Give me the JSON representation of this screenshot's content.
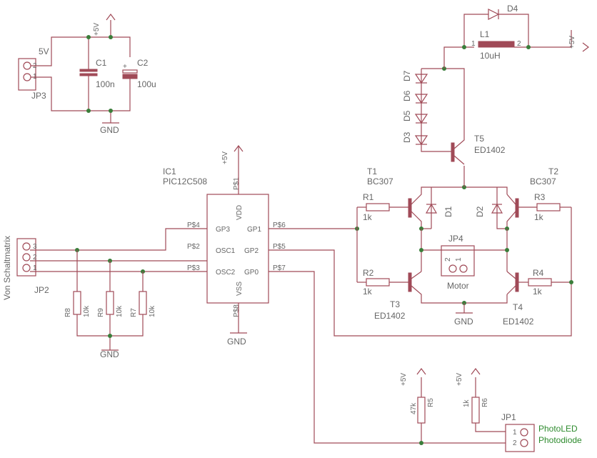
{
  "labels": {
    "vcc": "+5V",
    "gnd": "GND",
    "jp3": "JP3",
    "jp3_label": "5V",
    "pin1": "1",
    "pin2": "2",
    "pin3": "3",
    "c1": "C1",
    "c1_val": "100n",
    "c2": "C2",
    "c2_val": "100u",
    "ic1": "IC1",
    "ic1_part": "PIC12C508",
    "vdd": "VDD",
    "vss": "VSS",
    "gp3": "GP3",
    "gp1": "GP1",
    "osc1": "OSC1",
    "gp2": "GP2",
    "osc2": "OSC2",
    "gp0": "GP0",
    "ps1": "P$1",
    "ps2": "P$2",
    "ps3": "P$3",
    "ps4": "P$4",
    "ps5": "P$5",
    "ps6": "P$6",
    "ps7": "P$7",
    "ps8": "P$8",
    "jp2": "JP2",
    "von": "Von Schaltmatrix",
    "r8": "R8",
    "r9": "R9",
    "r7": "R7",
    "k10": "10k",
    "r1": "R1",
    "r2": "R2",
    "r3": "R3",
    "r4": "R4",
    "k1": "1k",
    "t1": "T1",
    "t2": "T2",
    "t3": "T3",
    "t4": "T4",
    "t5": "T5",
    "bc307": "BC307",
    "ed1402": "ED1402",
    "d1": "D1",
    "d2": "D2",
    "d3": "D3",
    "d4": "D4",
    "d5": "D5",
    "d6": "D6",
    "d7": "D7",
    "l1": "L1",
    "l1_val": "10uH",
    "jp4": "JP4",
    "motor": "Motor",
    "r5": "R5",
    "r5_val": "47k",
    "r6": "R6",
    "r6_val": "1k",
    "jp1": "JP1",
    "photoled": "PhotoLED",
    "photodiode": "Photodiode"
  }
}
